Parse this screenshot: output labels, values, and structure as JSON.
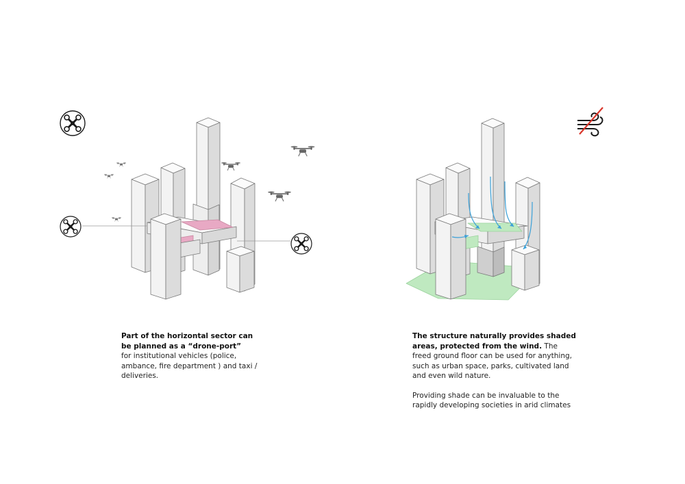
{
  "left_panel": {
    "caption_bold": "Part of the horizontal sector can be planned as a “drone-port”",
    "caption_text": "for institutional vehicles (police, ambance, fire department ) and taxi / deliveries."
  },
  "right_panel": {
    "caption_bold": "The structure naturally provides shaded areas, protected from the wind.",
    "caption_text": "The freed ground floor can be used for anything, such as urban space, parks, cultivated land and even wild nature.",
    "caption_text_2": "Providing shade can be invaluable to the rapidly developing societies in arid climates"
  },
  "colors": {
    "drone_port_deck": "#e8a9c4",
    "green_ground": "#bfe9c0",
    "wind_arrow": "#3aa0d8",
    "no_wind_slash": "#d9362b",
    "building_front": "#f3f3f3",
    "building_side": "#dcdcdc",
    "building_top": "#fbfbfb",
    "outline": "#7a7a7a"
  },
  "icons": [
    "drone-icon",
    "drone-icon",
    "drone-icon",
    "no-wind-icon"
  ]
}
